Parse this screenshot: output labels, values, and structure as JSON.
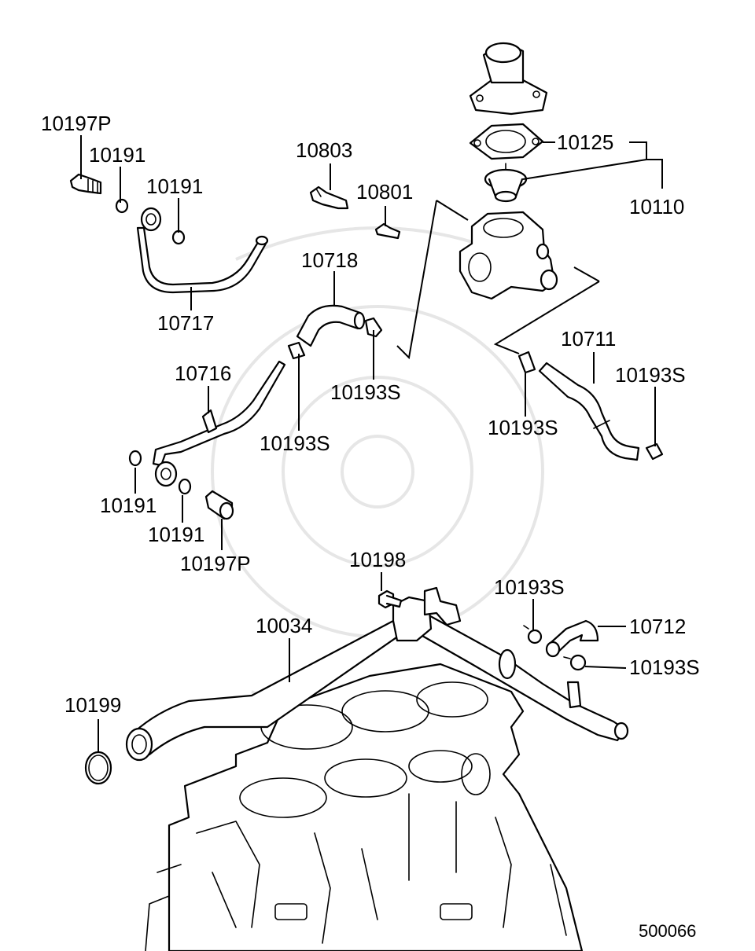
{
  "diagram": {
    "reference_code": "500066",
    "callouts": [
      {
        "id": "c1",
        "text": "10197P"
      },
      {
        "id": "c2",
        "text": "10191"
      },
      {
        "id": "c3",
        "text": "10191"
      },
      {
        "id": "c4",
        "text": "10717"
      },
      {
        "id": "c5",
        "text": "10803"
      },
      {
        "id": "c6",
        "text": "10801"
      },
      {
        "id": "c7",
        "text": "10718"
      },
      {
        "id": "c8",
        "text": "10193S"
      },
      {
        "id": "c9",
        "text": "10716"
      },
      {
        "id": "c10",
        "text": "10193S"
      },
      {
        "id": "c11",
        "text": "10191"
      },
      {
        "id": "c12",
        "text": "10191"
      },
      {
        "id": "c13",
        "text": "10197P"
      },
      {
        "id": "c14",
        "text": "10125"
      },
      {
        "id": "c15",
        "text": "10110"
      },
      {
        "id": "c16",
        "text": "10711"
      },
      {
        "id": "c17",
        "text": "10193S"
      },
      {
        "id": "c18",
        "text": "10193S"
      },
      {
        "id": "c19",
        "text": "10198"
      },
      {
        "id": "c20",
        "text": "10193S"
      },
      {
        "id": "c21",
        "text": "10712"
      },
      {
        "id": "c22",
        "text": "10193S"
      },
      {
        "id": "c23",
        "text": "10034"
      },
      {
        "id": "c24",
        "text": "10199"
      }
    ]
  }
}
